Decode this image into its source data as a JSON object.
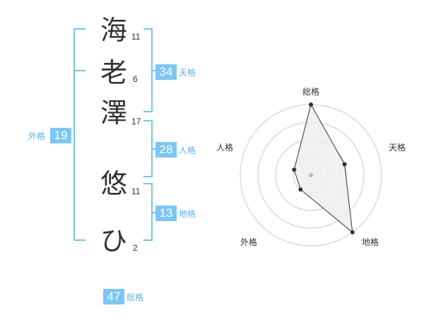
{
  "name": {
    "chars": [
      {
        "char": "海",
        "strokes": "11"
      },
      {
        "char": "老",
        "strokes": "6"
      },
      {
        "char": "澤",
        "strokes": "17"
      },
      {
        "char": "悠",
        "strokes": "11"
      },
      {
        "char": "ひ",
        "strokes": "2"
      }
    ]
  },
  "kakusu": {
    "tenkaku": {
      "value": "34",
      "label": "天格"
    },
    "jinkaku": {
      "value": "28",
      "label": "人格"
    },
    "chikaku": {
      "value": "13",
      "label": "地格"
    },
    "gaikaku": {
      "value": "19",
      "label": "外格"
    },
    "soukaku": {
      "value": "47",
      "label": "総格"
    }
  },
  "chart_data": {
    "type": "radar",
    "axes": [
      "総格",
      "天格",
      "地格",
      "外格",
      "人格"
    ],
    "values": [
      4,
      2,
      4,
      1,
      1
    ],
    "rmax": 4,
    "rings": 4,
    "colors": {
      "line": "#333333",
      "fill": "#EEEEEE",
      "ring": "#CCCCCC",
      "point": "#333333",
      "center": "#BBBBBB"
    }
  }
}
